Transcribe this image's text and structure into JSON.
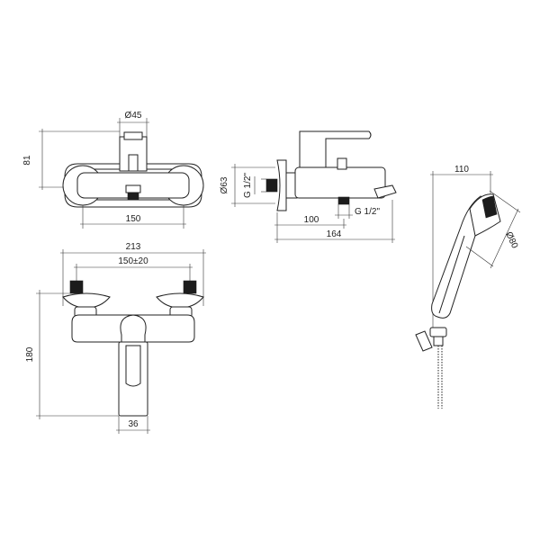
{
  "dimensions": {
    "top_diameter": "Ø45",
    "top_height": "81",
    "top_width": "150",
    "side_diameter": "Ø63",
    "side_thread_inlet": "G 1/2\"",
    "side_thread_outlet": "G 1/2\"",
    "side_depth": "100",
    "side_total": "164",
    "front_total_width": "213",
    "front_centers": "150±20",
    "front_height": "180",
    "front_spout_width": "36",
    "hand_shower_width": "110",
    "hand_shower_diameter": "Ø80"
  },
  "colors": {
    "line": "#222222",
    "fill": "#ffffff",
    "dark_part": "#1c1c1c"
  }
}
